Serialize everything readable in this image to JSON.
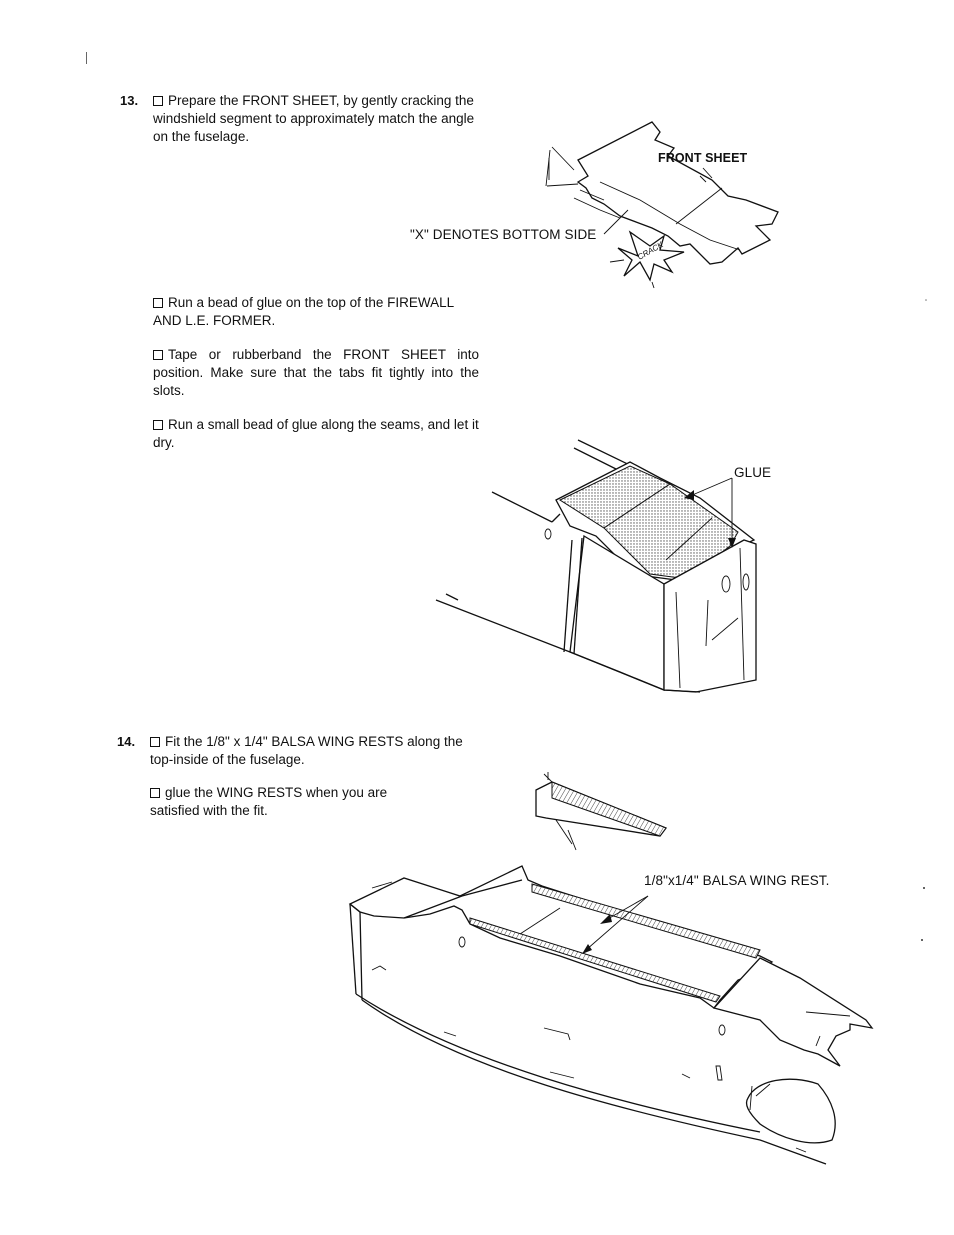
{
  "step13": {
    "number": "13.",
    "para1": "Prepare the FRONT SHEET, by gently cracking the windshield segment to approximately match the angle on the fuselage.",
    "para2": "Run a bead of glue on the top of the FIREWALL AND L.E. FORMER.",
    "para3": "Tape or rubberband the FRONT SHEET into position. Make sure that the tabs fit tightly into the slots.",
    "para4": "Run a small bead of glue along the seams, and let it dry."
  },
  "fig1": {
    "front_sheet_label": "FRONT SHEET",
    "x_label": "\"X\" DENOTES BOTTOM SIDE",
    "crack_label": "CRACK"
  },
  "fig2": {
    "glue_label": "GLUE"
  },
  "step14": {
    "number": "14.",
    "para1": "Fit the 1/8\" x 1/4\" BALSA WING RESTS along the top-inside of the fuselage.",
    "para2": "glue the WING RESTS when you are satisfied with the fit."
  },
  "fig3": {
    "wing_rest_label": "1/8\"x1/4\" BALSA WING REST."
  }
}
